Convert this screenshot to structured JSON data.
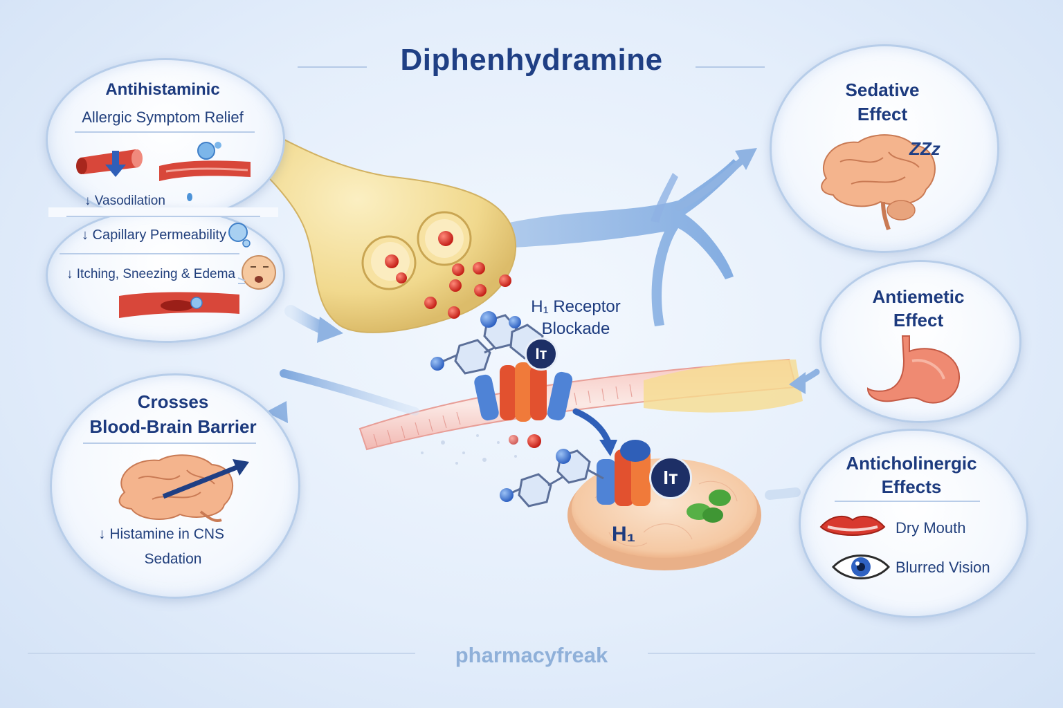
{
  "title": "Diphenhydramine",
  "antihistaminic": {
    "heading": "Antihistaminic",
    "subheading": "Allergic Symptom Relief",
    "items": [
      "↓ Vasodilation",
      "↓ Capillary Permeability",
      "↓ Itching, Sneezing & Edema"
    ]
  },
  "bbb": {
    "heading_line1": "Crosses",
    "heading_line2": "Blood-Brain Barrier",
    "items": [
      "↓ Histamine in CNS",
      "Sedation"
    ]
  },
  "sedative": {
    "line1": "Sedative",
    "line2": "Effect",
    "zzz": "ZZz"
  },
  "antiemetic": {
    "line1": "Antiemetic",
    "line2": "Effect"
  },
  "anticholinergic": {
    "line1": "Anticholinergic",
    "line2": "Effects",
    "items": [
      "Dry Mouth",
      "Blurred Vision"
    ]
  },
  "center": {
    "receptor_label_line1": "H₁ Receptor",
    "receptor_label_line2": "Blockade",
    "drug_badge": "Iт",
    "receptor_name": "H₁"
  },
  "footer": "pharmacyfreak",
  "colors": {
    "title": "#1f3f84",
    "accent_blue": "#3b6fc4",
    "histamine_red": "#d8322a",
    "bubble_border": "#b7cde9"
  }
}
